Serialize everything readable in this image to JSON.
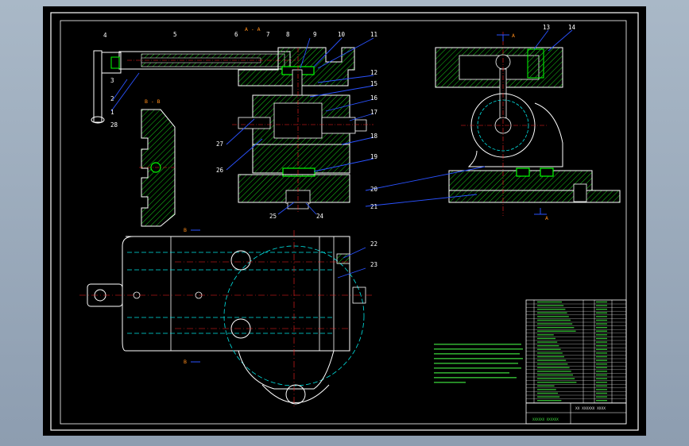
{
  "drawing": {
    "section_labels": {
      "aa": "A - A",
      "bb": "B - B",
      "a_mark": "A",
      "b_mark": "B"
    },
    "callouts": [
      "1",
      "2",
      "3",
      "4",
      "5",
      "6",
      "7",
      "8",
      "9",
      "10",
      "11",
      "12",
      "13",
      "14",
      "15",
      "16",
      "17",
      "18",
      "19",
      "20",
      "21",
      "22",
      "23",
      "24",
      "25",
      "26",
      "27",
      "28"
    ],
    "title_block": {
      "name": "XX XXXXXX XXXX",
      "sub": "XXXXXX  XXXXXX"
    },
    "colors": {
      "background": "#000000",
      "outline": "#ffffff",
      "hatch": "#00ff00",
      "centerline": "#ff2020",
      "hidden": "#00e5e5",
      "leader": "#2a52ff",
      "section": "#ff8c1a"
    }
  }
}
